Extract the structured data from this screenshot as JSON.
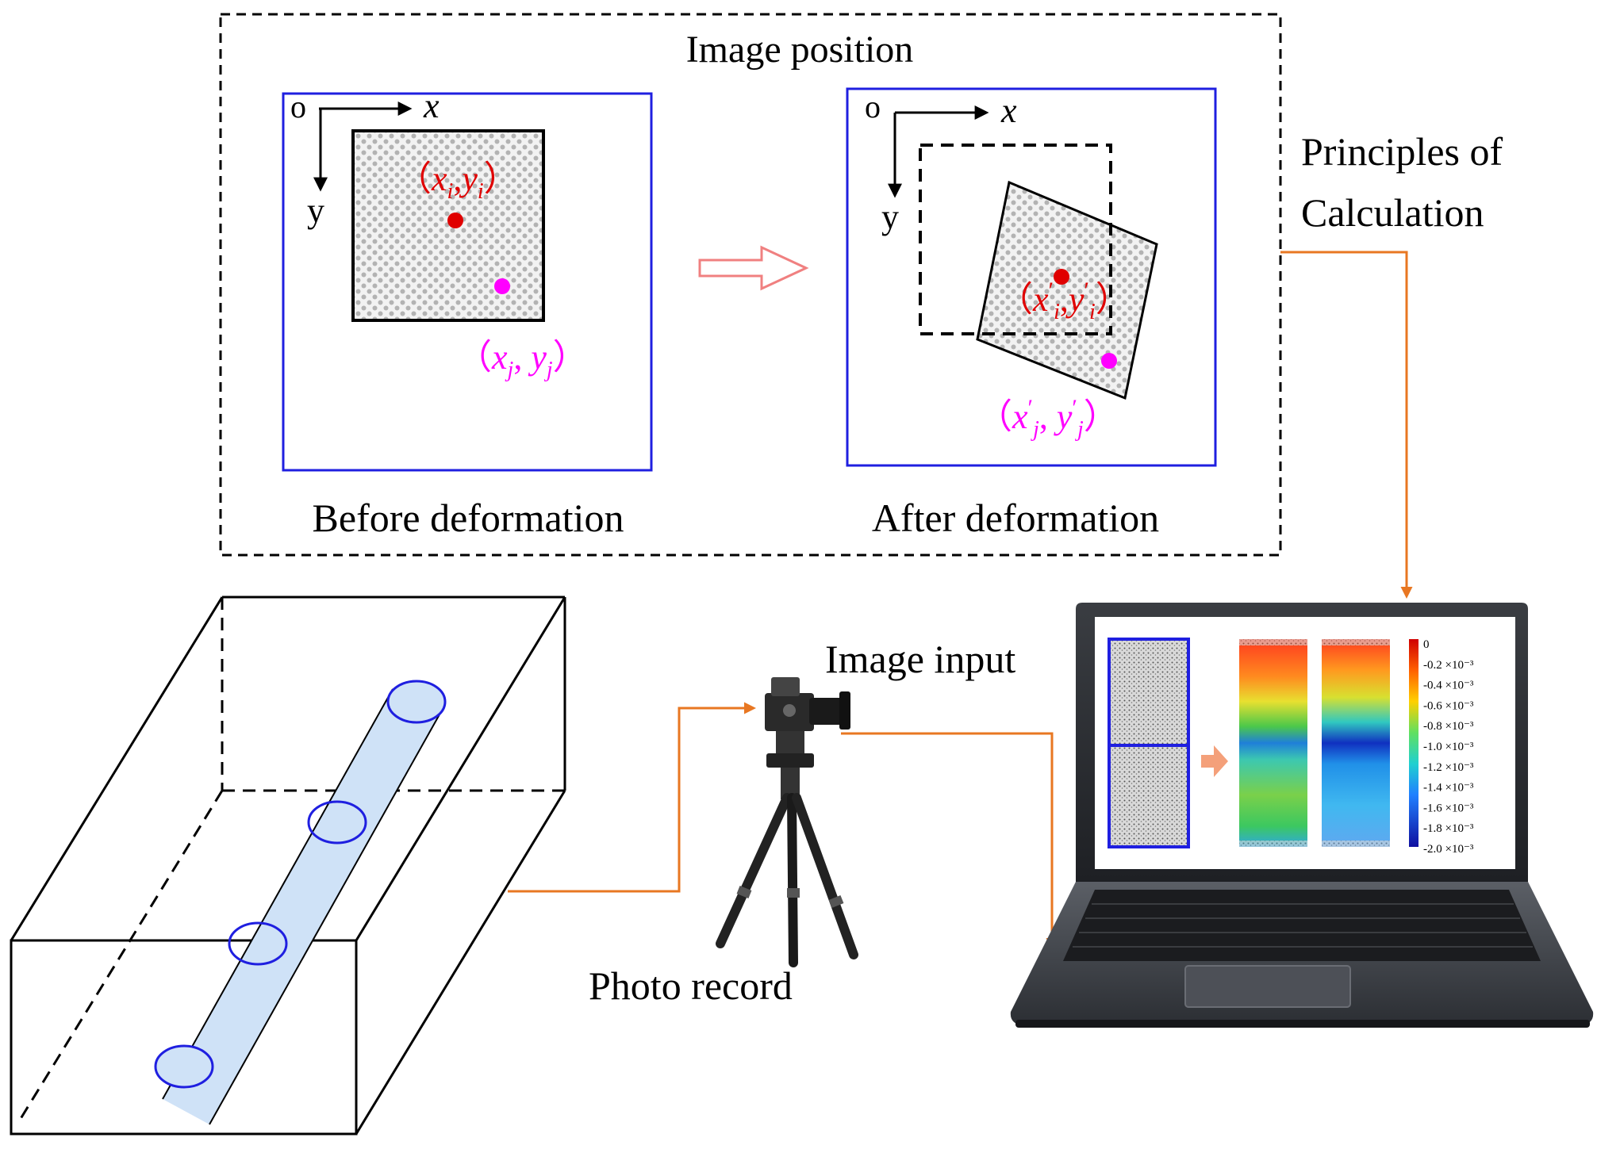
{
  "top_panel": {
    "title": "Image position",
    "before": {
      "caption": "Before deformation",
      "origin": "o",
      "x_axis": "x",
      "y_axis": "y",
      "point_i": {
        "open": "（",
        "x": "x",
        "xs": "i",
        "sep": ",",
        "y": "y",
        "ys": "i",
        "close": "）"
      },
      "point_j": {
        "open": "（",
        "x": "x",
        "xs": "j",
        "sep": ", ",
        "y": "y",
        "ys": "j",
        "close": "）"
      }
    },
    "after": {
      "caption": "After deformation",
      "origin": "o",
      "x_axis": "x",
      "y_axis": "y",
      "point_i": {
        "open": "（",
        "x": "x",
        "xsup": "′",
        "xs": "i",
        "sep": ",",
        "y": "y",
        "ysup": "′",
        "ys": "i",
        "close": "）"
      },
      "point_j": {
        "open": "（",
        "x": "x",
        "xsup": "′",
        "xs": "j",
        "sep": ", ",
        "y": "y",
        "ysup": "′",
        "ys": "j",
        "close": "）"
      }
    }
  },
  "labels": {
    "principles_line1": "Principles of",
    "principles_line2": "Calculation",
    "image_input": "Image input",
    "photo_record": "Photo record"
  },
  "colorbar": {
    "ticks": [
      "0",
      "-0.2 ×10⁻³",
      "-0.4 ×10⁻³",
      "-0.6 ×10⁻³",
      "-0.8 ×10⁻³",
      "-1.0 ×10⁻³",
      "-1.2 ×10⁻³",
      "-1.4 ×10⁻³",
      "-1.6 ×10⁻³",
      "-1.8 ×10⁻³",
      "-2.0 ×10⁻³"
    ]
  },
  "colors": {
    "frame_blue": "#1f1fe0",
    "point_red": "#e00000",
    "point_magenta": "#ff00ff",
    "connector_orange": "#e87722",
    "cylinder_fill": "#cfe2f7",
    "arrow_red": "#f08080"
  }
}
